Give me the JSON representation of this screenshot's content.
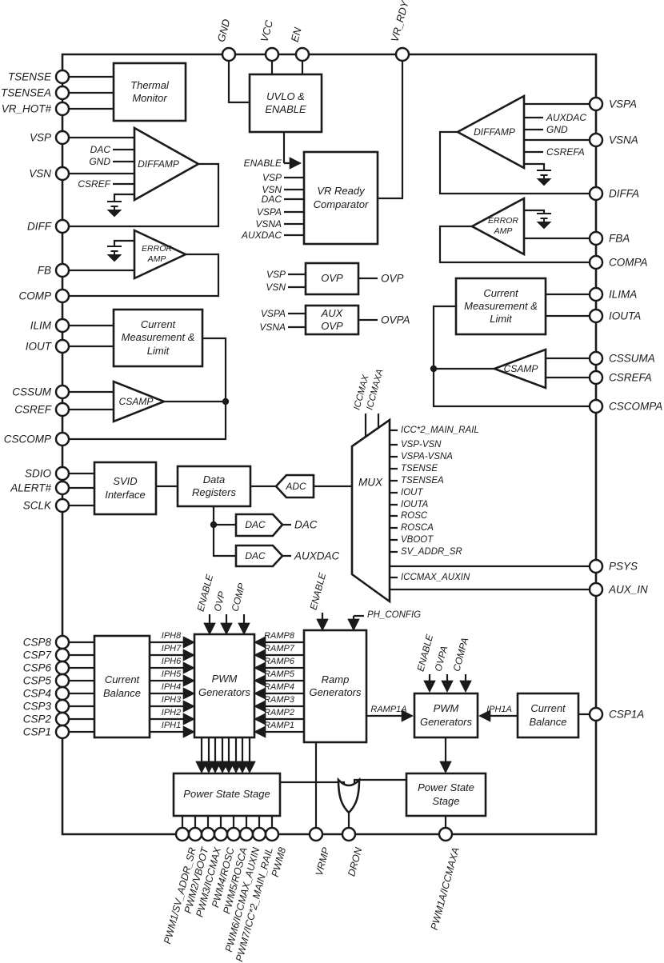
{
  "diagram_type": "IC functional block diagram",
  "colors": {
    "ink": "#1a1a1a",
    "background": "#ffffff"
  },
  "pins": {
    "top": [
      "GND",
      "VCC",
      "EN",
      "VR_RDY"
    ],
    "left": [
      "TSENSE",
      "TSENSEA",
      "VR_HOT#",
      "VSP",
      "VSN",
      "DIFF",
      "FB",
      "COMP",
      "ILIM",
      "IOUT",
      "CSSUM",
      "CSREF",
      "CSCOMP",
      "SDIO",
      "ALERT#",
      "SCLK",
      "CSP8",
      "CSP7",
      "CSP6",
      "CSP5",
      "CSP4",
      "CSP3",
      "CSP2",
      "CSP1"
    ],
    "right": [
      "VSPA",
      "VSNA",
      "DIFFA",
      "FBA",
      "COMPA",
      "ILIMA",
      "IOUTA",
      "CSSUMA",
      "CSREFA",
      "CSCOMPA",
      "PSYS",
      "AUX_IN",
      "CSP1A"
    ],
    "bottom": [
      "PWM1/SV_ADDR_SR",
      "PWM2/VBOOT",
      "PWM3/ICCMAX",
      "PWM4/ROSC",
      "PWM5/ROSCA",
      "PWM6/ICCMAX_AUXIN",
      "PWM7/ICC*2_MAIN_RAIL",
      "PWM8",
      "VRMP",
      "DRON",
      "PWM1A/ICCMAXA"
    ]
  },
  "blocks": {
    "thermal_monitor": "Thermal Monitor",
    "uvlo_enable": "UVLO & ENABLE",
    "vr_ready_comparator": "VR Ready Comparator",
    "ovp": "OVP",
    "aux_ovp": "AUX OVP",
    "current_measurement_limit": "Current Measurement & Limit",
    "current_measurement_limit_a": "Current Measurement & Limit",
    "svid_interface": "SVID Interface",
    "data_registers": "Data Registers",
    "adc": "ADC",
    "dac": "DAC",
    "dac_aux": "DAC",
    "mux": "MUX",
    "diffamp": "DIFFAMP",
    "diffamp_a": "DIFFAMP",
    "error_amp": "ERROR AMP",
    "error_amp_a": "ERROR AMP",
    "csamp": "CSAMP",
    "csamp_a": "CSAMP",
    "current_balance": "Current Balance",
    "current_balance_a": "Current Balance",
    "pwm_generators": "PWM Generators",
    "pwm_generators_a": "PWM Generators",
    "ramp_generators": "Ramp Generators",
    "power_state_stage": "Power State Stage",
    "power_state_stage_a": "Power State Stage"
  },
  "nets": {
    "diffamp_inputs": [
      "DAC",
      "GND",
      "CSREF"
    ],
    "diffamp_a_inputs": [
      "AUXDAC",
      "GND",
      "CSREFA"
    ],
    "vr_ready_inputs": [
      "ENABLE",
      "VSP",
      "VSN",
      "DAC",
      "VSPA",
      "VSNA",
      "AUXDAC"
    ],
    "ovp_inputs": [
      "VSP",
      "VSN"
    ],
    "ovp_output": "OVP",
    "aux_ovp_inputs": [
      "VSPA",
      "VSNA"
    ],
    "aux_ovp_output": "OVPA",
    "dac_output": "DAC",
    "aux_dac_output": "AUXDAC",
    "mux_top_inputs": [
      "ICCMAX",
      "ICCMAXA"
    ],
    "mux_inputs": [
      "ICC*2_MAIN_RAIL",
      "VSP-VSN",
      "VSPA-VSNA",
      "TSENSE",
      "TSENSEA",
      "IOUT",
      "IOUTA",
      "ROSC",
      "ROSCA",
      "VBOOT",
      "SV_ADDR_SR",
      "ICCMAX_AUXIN"
    ],
    "iph_signals": [
      "IPH8",
      "IPH7",
      "IPH6",
      "IPH5",
      "IPH4",
      "IPH3",
      "IPH2",
      "IPH1"
    ],
    "ramp_signals": [
      "RAMP8",
      "RAMP7",
      "RAMP6",
      "RAMP5",
      "RAMP4",
      "RAMP3",
      "RAMP2",
      "RAMP1"
    ],
    "pwm_ctrl_inputs": [
      "ENABLE",
      "OVP",
      "COMP"
    ],
    "pwm_a_ctrl_inputs": [
      "ENABLE",
      "OVPA",
      "COMPA"
    ],
    "ramp_ctrl_inputs": [
      "ENABLE",
      "PH_CONFIG"
    ],
    "ramp1a": "RAMP1A",
    "iph1a": "IPH1A"
  }
}
